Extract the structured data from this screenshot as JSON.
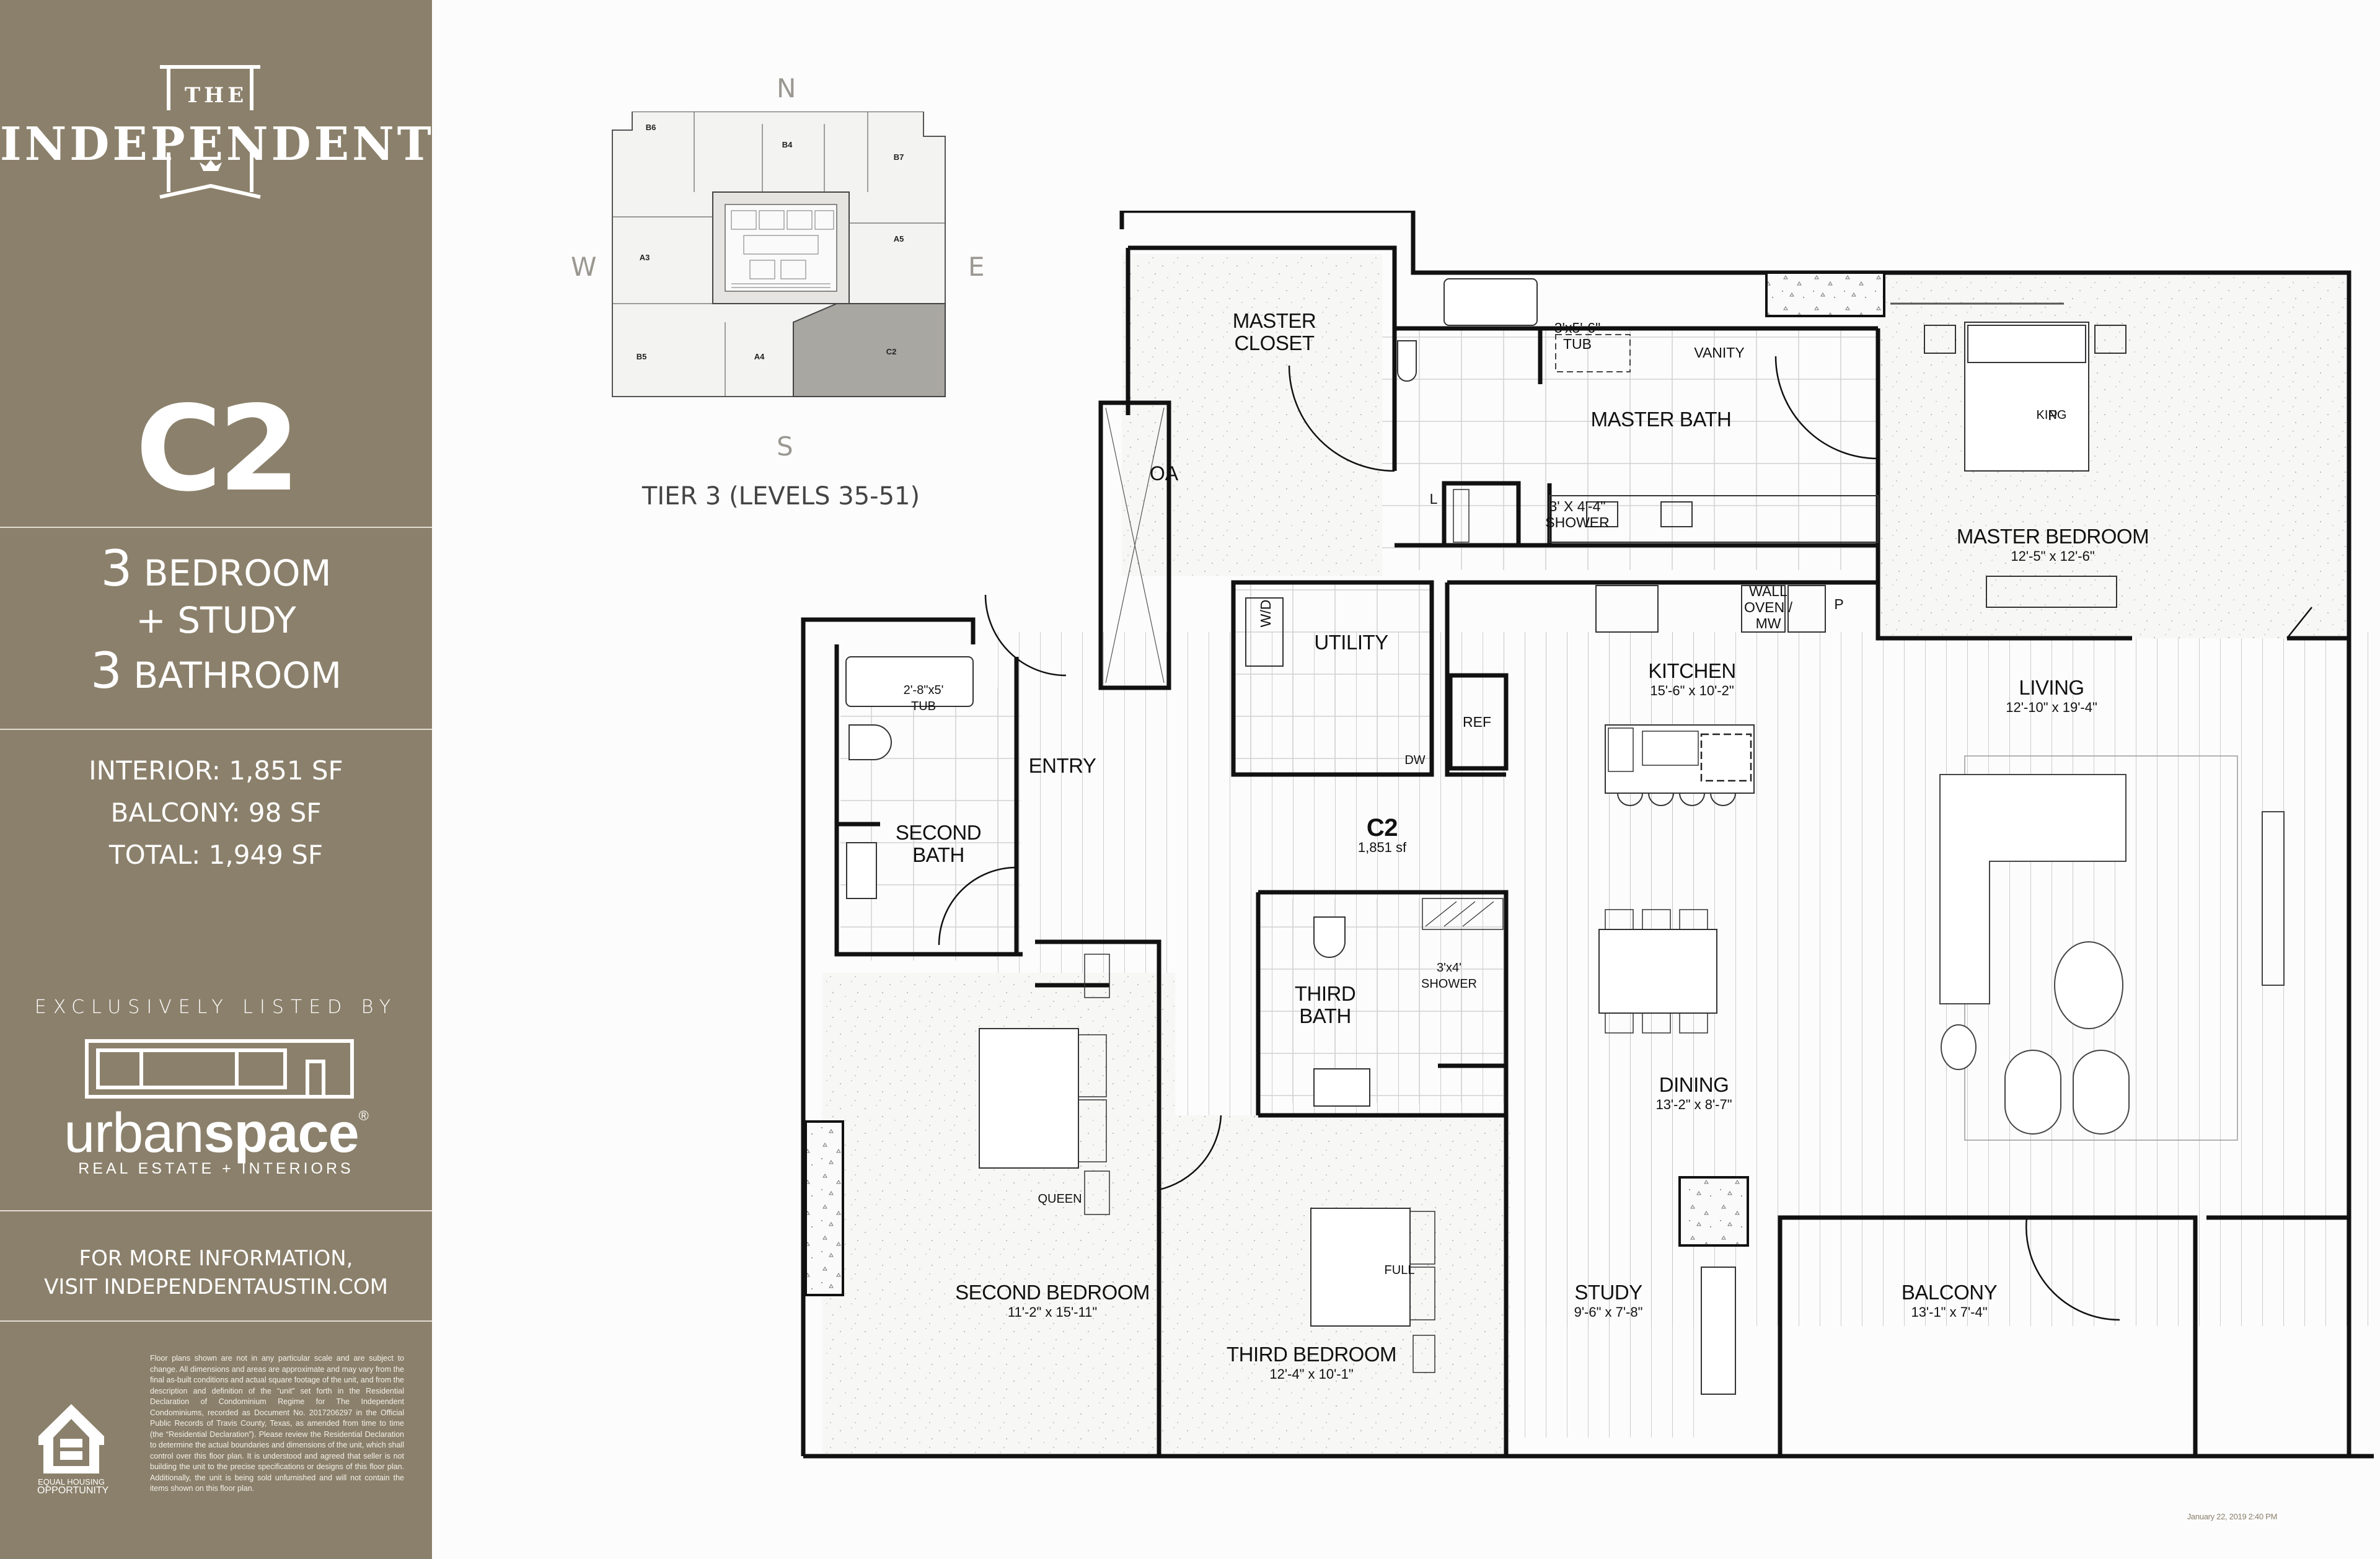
{
  "brand": {
    "logo_the": "THE",
    "logo_name": "INDEPENDENT",
    "colors": {
      "sidebar": "#8B806B",
      "text": "#FFFFFF",
      "plan_line": "#111111"
    }
  },
  "unit": {
    "code": "C2",
    "bedrooms_num": "3",
    "bedrooms_label": "BEDROOM",
    "study_label": "+ STUDY",
    "bathrooms_num": "3",
    "bathrooms_label": "BATHROOM",
    "interior": "INTERIOR:  1,851 SF",
    "balcony": "BALCONY:  98 SF",
    "total": "TOTAL:  1,949 SF"
  },
  "listing": {
    "exclusively": "EXCLUSIVELY LISTED BY",
    "broker_light": "urban",
    "broker_bold": "space",
    "broker_reg": "®",
    "broker_tagline": "REAL ESTATE + INTERIORS"
  },
  "info": {
    "line1": "FOR MORE INFORMATION,",
    "line2": "VISIT INDEPENDENTAUSTIN.COM"
  },
  "equal_housing": {
    "line1": "EQUAL HOUSING",
    "line2": "OPPORTUNITY"
  },
  "disclaimer": "Floor plans shown are not in any particular scale and are subject to change.  All dimensions and areas are approximate and may vary from the final as-built conditions and actual square footage of the unit, and from the description and definition of the “unit” set forth in the Residential Declaration of Condominium Regime for The Independent Condominiums, recorded as Document No. 2017206297 in the Official Public Records of Travis County, Texas, as amended from time to time (the “Residential Declaration”). Please review the Residential Declaration to determine the actual boundaries and dimensions of the unit, which shall control over this floor plan.  It is understood and agreed that seller is not building the unit to the precise specifications or designs of this floor plan.  Additionally, the unit is being sold unfurnished and will not contain the items shown on this floor plan.",
  "key_plan": {
    "compass": {
      "n": "N",
      "s": "S",
      "e": "E",
      "w": "W"
    },
    "tier_label": "TIER 3 (LEVELS 35-51)",
    "units": [
      "B6",
      "B4",
      "B7",
      "A3",
      "A5",
      "B5",
      "A4",
      "C2"
    ],
    "highlighted_unit": "C2"
  },
  "floor_plan": {
    "unit_label": "C2",
    "unit_area": "1,851 sf",
    "rooms": [
      {
        "name": "MASTER CLOSET",
        "line1": "MASTER",
        "line2": "CLOSET"
      },
      {
        "name": "MASTER BATH"
      },
      {
        "name": "MASTER BEDROOM",
        "dims": "12'-5\" x 12'-6\""
      },
      {
        "name": "UTILITY"
      },
      {
        "name": "KITCHEN",
        "dims": "15'-6\" x 10'-2\""
      },
      {
        "name": "LIVING",
        "dims": "12'-10\" x 19'-4\""
      },
      {
        "name": "ENTRY"
      },
      {
        "name": "SECOND BATH",
        "line1": "SECOND",
        "line2": "BATH"
      },
      {
        "name": "THIRD BATH",
        "line1": "THIRD",
        "line2": "BATH"
      },
      {
        "name": "DINING",
        "dims": "13'-2\" x 8'-7\""
      },
      {
        "name": "SECOND BEDROOM",
        "dims": "11'-2\" x 15'-11\""
      },
      {
        "name": "THIRD BEDROOM",
        "dims": "12'-4\" x 10'-1\""
      },
      {
        "name": "STUDY",
        "dims": "9'-6\" x 7'-8\""
      },
      {
        "name": "BALCONY",
        "dims": "13'-1\" x 7'-4\""
      }
    ],
    "fixtures": {
      "master_tub": "3'x5'-6\"",
      "tub": "TUB",
      "vanity": "VANITY",
      "master_shower_size": "3' X 4'-4\"",
      "shower": "SHOWER",
      "linen": "L",
      "oa": "OA",
      "wd": "W/D",
      "wall_oven_1": "WALL",
      "wall_oven_2": "OVEN /",
      "wall_oven_3": "MW",
      "pantry": "P",
      "ref": "REF",
      "dw": "DW",
      "king": "KING",
      "queen": "QUEEN",
      "full": "FULL",
      "second_tub": "2'-8\"x5'",
      "third_shower_size": "3'x4'"
    }
  },
  "timestamp": "January 22, 2019 2:40 PM"
}
